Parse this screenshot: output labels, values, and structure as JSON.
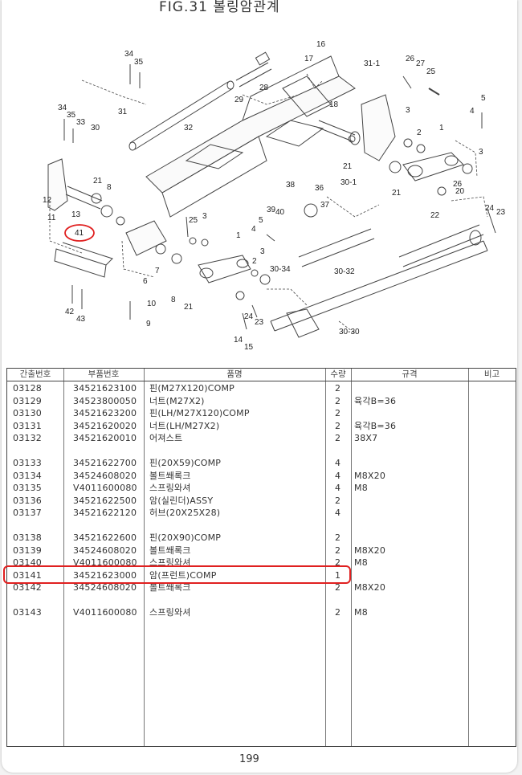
{
  "figure": {
    "title": "FIG.31 볼링암관계",
    "callouts": [
      {
        "id": "c1",
        "label": "1"
      },
      {
        "id": "c2",
        "label": "2"
      },
      {
        "id": "c3",
        "label": "3"
      },
      {
        "id": "c4",
        "label": "4"
      },
      {
        "id": "c5",
        "label": "5"
      },
      {
        "id": "c6",
        "label": "6"
      },
      {
        "id": "c7",
        "label": "7"
      },
      {
        "id": "c8",
        "label": "8"
      },
      {
        "id": "c9",
        "label": "9"
      },
      {
        "id": "c10",
        "label": "10"
      },
      {
        "id": "c11",
        "label": "11"
      },
      {
        "id": "c12",
        "label": "12"
      },
      {
        "id": "c13",
        "label": "13"
      },
      {
        "id": "c14",
        "label": "14"
      },
      {
        "id": "c15",
        "label": "15"
      },
      {
        "id": "c16",
        "label": "16"
      },
      {
        "id": "c17",
        "label": "17"
      },
      {
        "id": "c18",
        "label": "18"
      },
      {
        "id": "c20",
        "label": "20"
      },
      {
        "id": "c21",
        "label": "21"
      },
      {
        "id": "c22",
        "label": "22"
      },
      {
        "id": "c23",
        "label": "23"
      },
      {
        "id": "c24",
        "label": "24"
      },
      {
        "id": "c25",
        "label": "25"
      },
      {
        "id": "c26",
        "label": "26"
      },
      {
        "id": "c27",
        "label": "27"
      },
      {
        "id": "c28",
        "label": "28"
      },
      {
        "id": "c29",
        "label": "29"
      },
      {
        "id": "c30",
        "label": "30"
      },
      {
        "id": "c31",
        "label": "31"
      },
      {
        "id": "c32",
        "label": "32"
      },
      {
        "id": "c33",
        "label": "33"
      },
      {
        "id": "c34",
        "label": "34"
      },
      {
        "id": "c35",
        "label": "35"
      },
      {
        "id": "c36",
        "label": "36"
      },
      {
        "id": "c37",
        "label": "37"
      },
      {
        "id": "c38",
        "label": "38"
      },
      {
        "id": "c39",
        "label": "39"
      },
      {
        "id": "c40",
        "label": "40"
      },
      {
        "id": "c41",
        "label": "41"
      },
      {
        "id": "c42",
        "label": "42"
      },
      {
        "id": "c43",
        "label": "43"
      },
      {
        "id": "c30_1",
        "label": "30-1"
      },
      {
        "id": "c30_30",
        "label": "30-30"
      },
      {
        "id": "c30_32",
        "label": "30-32"
      },
      {
        "id": "c30_34",
        "label": "30-34"
      },
      {
        "id": "c31_1",
        "label": "31-1"
      }
    ]
  },
  "table": {
    "headers": [
      "간출번호",
      "부품번호",
      "품명",
      "수량",
      "규격",
      "비고"
    ],
    "rows": [
      [
        "03128",
        "34521623100",
        "핀(M27X120)COMP",
        "2",
        ""
      ],
      [
        "03129",
        "34523800050",
        "너트(M27X2)",
        "2",
        "육각B=36"
      ],
      [
        "03130",
        "34521623200",
        "핀(LH/M27X120)COMP",
        "2",
        ""
      ],
      [
        "03131",
        "34521620020",
        "너트(LH/M27X2)",
        "2",
        "육각B=36"
      ],
      [
        "03132",
        "34521620010",
        "어져스트",
        "2",
        "38X7"
      ],
      [
        "",
        "",
        "",
        "",
        ""
      ],
      [
        "03133",
        "34521622700",
        "핀(20X59)COMP",
        "4",
        ""
      ],
      [
        "03134",
        "34524608020",
        "볼트쐐록크",
        "4",
        "M8X20"
      ],
      [
        "03135",
        "V4011600080",
        "스프링와셔",
        "4",
        "M8"
      ],
      [
        "03136",
        "34521622500",
        "암(실린더)ASSY",
        "2",
        ""
      ],
      [
        "03137",
        "34521622120",
        "허브(20X25X28)",
        "4",
        ""
      ],
      [
        "",
        "",
        "",
        "",
        ""
      ],
      [
        "03138",
        "34521622600",
        "핀(20X90)COMP",
        "2",
        ""
      ],
      [
        "03139",
        "34524608020",
        "볼트쐐록크",
        "2",
        "M8X20"
      ],
      [
        "03140",
        "V4011600080",
        "스프링와셔",
        "2",
        "M8"
      ],
      [
        "03141",
        "34521623000",
        "암(프런트)COMP",
        "1",
        ""
      ],
      [
        "03142",
        "34524608020",
        "볼트쐐록크",
        "2",
        "M8X20"
      ],
      [
        "",
        "",
        "",
        "",
        ""
      ],
      [
        "03143",
        "V4011600080",
        "스프링와셔",
        "2",
        "M8"
      ]
    ]
  },
  "page_number": "199"
}
